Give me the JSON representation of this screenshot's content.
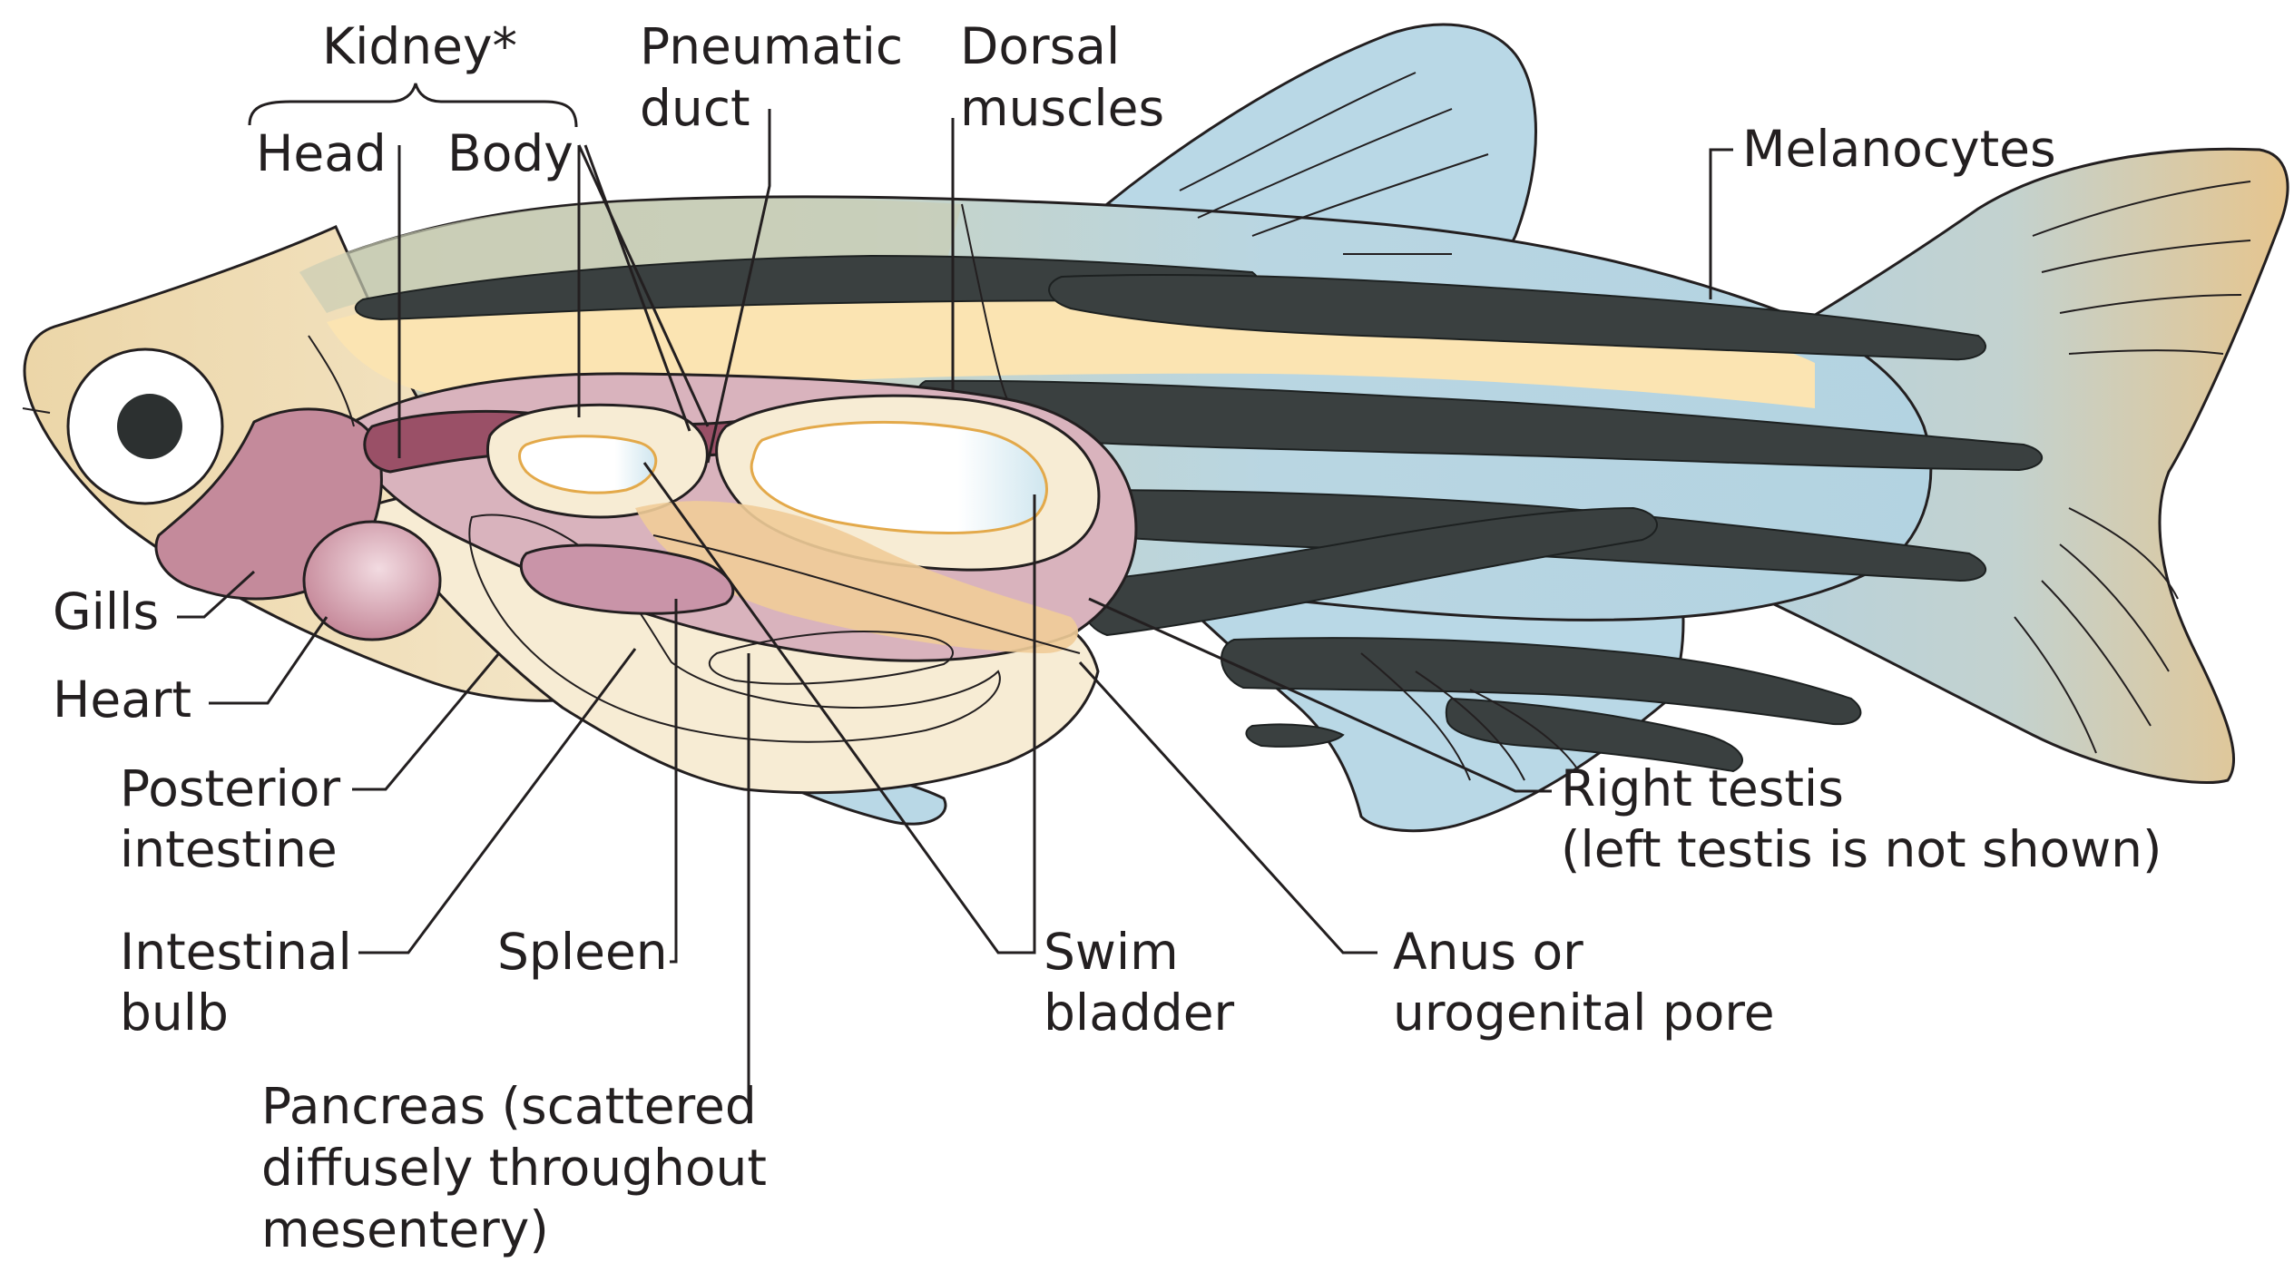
{
  "labels": {
    "kidney": "Kidney*",
    "kidney_head": "Head",
    "kidney_body": "Body",
    "pneumatic_duct_line1": "Pneumatic",
    "pneumatic_duct_line2": "duct",
    "dorsal_muscles_line1": "Dorsal",
    "dorsal_muscles_line2": "muscles",
    "melanocytes": "Melanocytes",
    "gills": "Gills",
    "heart": "Heart",
    "posterior_intestine_line1": "Posterior",
    "posterior_intestine_line2": "intestine",
    "intestinal_bulb_line1": "Intestinal",
    "intestinal_bulb_line2": "bulb",
    "spleen": "Spleen",
    "swim_bladder_line1": "Swim",
    "swim_bladder_line2": "bladder",
    "anus_line1": "Anus or",
    "anus_line2": "urogenital pore",
    "right_testis_line1": "Right testis",
    "right_testis_line2": "(left testis is not shown)",
    "pancreas_line1": "Pancreas (scattered",
    "pancreas_line2": "diffusely throughout",
    "pancreas_line3": "mesentery)"
  },
  "colors": {
    "fins": "#b9d8e6",
    "body_back": "#c9d1c2",
    "head": "#f3e6c8",
    "tail_tan": "#e4c792",
    "belly": "#f7ecd4",
    "stripe_cream": "#fbe4b2",
    "melanocyte_stripes": "#3a4040",
    "gills": "#c48a9b",
    "kidney": "#9a5067",
    "body_cavity": "#d9b3bd",
    "swim_bladder_fill": "#ffffff",
    "swim_bladder_rim": "#e3a94a",
    "pancreas_orange": "#f0cc98",
    "spleen": "#c994a8"
  }
}
